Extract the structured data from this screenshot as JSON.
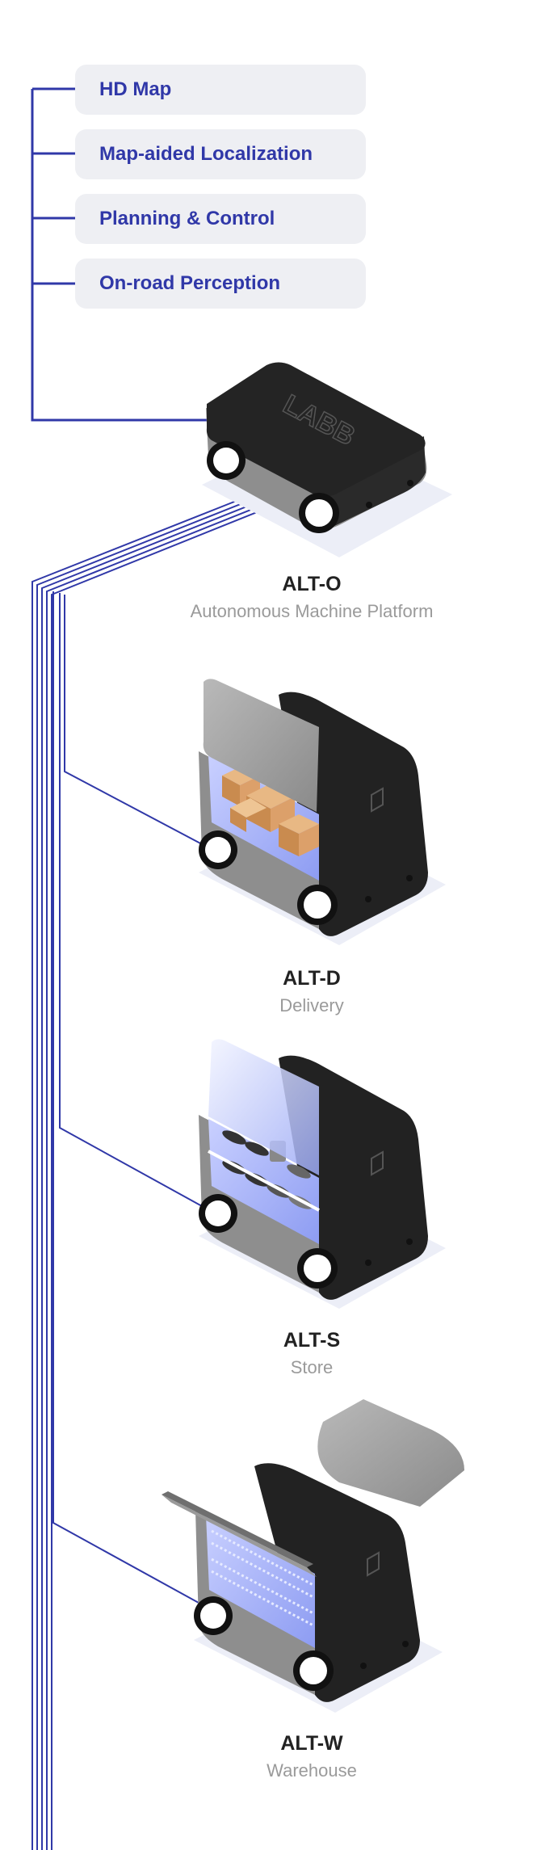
{
  "features": [
    {
      "label": "HD Map"
    },
    {
      "label": "Map-aided Localization"
    },
    {
      "label": "Planning & Control"
    },
    {
      "label": "On-road Perception"
    }
  ],
  "products": [
    {
      "name": "ALT-O",
      "description": "Autonomous Machine Platform"
    },
    {
      "name": "ALT-D",
      "description": "Delivery"
    },
    {
      "name": "ALT-S",
      "description": "Store"
    },
    {
      "name": "ALT-W",
      "description": "Warehouse"
    }
  ],
  "logo_text": "LABB",
  "colors": {
    "line": "#3038a8",
    "chip_bg": "#eeeff3",
    "body_black": "#222222",
    "body_gray": "#8e8e8e",
    "shelf_blue": "#a9b6ff",
    "box_tan": "#d8a26a"
  }
}
